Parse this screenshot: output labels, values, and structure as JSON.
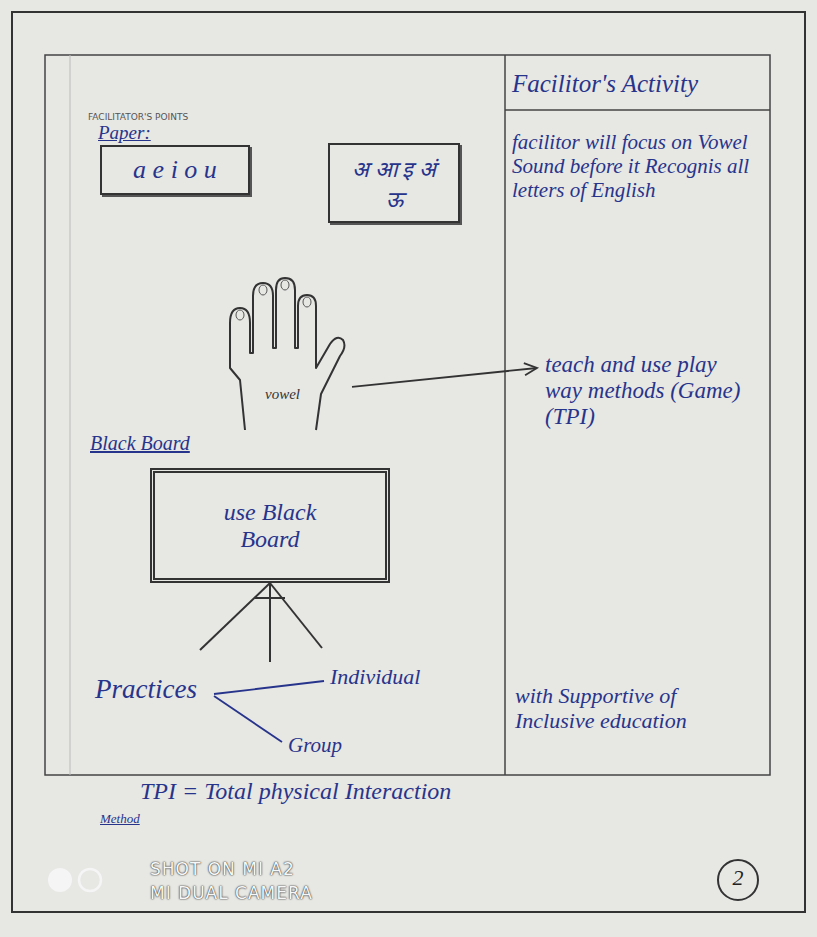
{
  "diagram": {
    "nodes": [
      {
        "text": [
          "a e i o u"
        ]
      },
      {
        "text": [
          "अ आ इ अं ऊ"
        ]
      },
      {
        "text": [
          "vowel"
        ]
      },
      {
        "text": [
          "teach and use play way methods (Game) (TPI)"
        ]
      },
      {
        "text": [
          "use Black Board"
        ]
      }
    ],
    "edges": [
      {
        "from": 2,
        "to": 3,
        "arrow": "to"
      }
    ],
    "labels": [
      "FACILITATOR'S POINTS",
      "Facilitor's Activity",
      "Paper:",
      "facilitor will focus on Vowel Sound before it Recognis all letters of English",
      "Black Board",
      "Practices",
      "Individual",
      "Group",
      "with Supportive of Inclusive education",
      "TPI = Total physical Interaction",
      "Method",
      "2",
      "SHOT ON MI A2",
      "MI DUAL CAMERA"
    ]
  }
}
